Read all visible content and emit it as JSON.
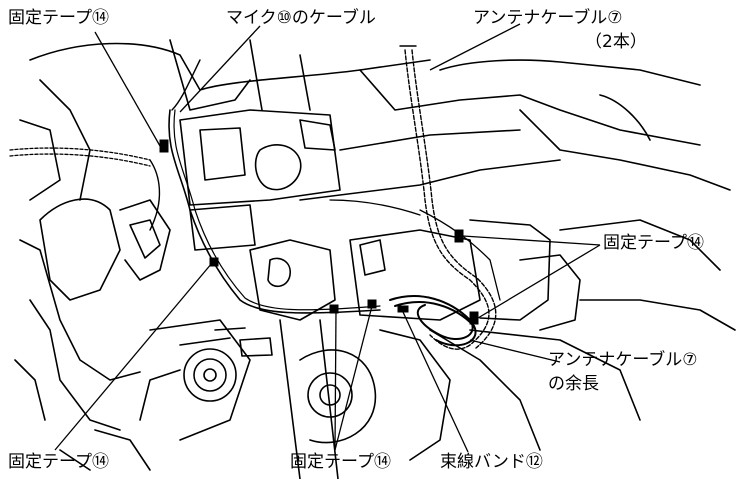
{
  "labels": {
    "tape_top_left": "固定テープ⑭",
    "mic_cable": "マイク⑩のケーブル",
    "antenna_cable": "アンテナケーブル⑦",
    "antenna_count": "（2本）",
    "tape_right": "固定テープ⑭",
    "antenna_excess_line1": "アンテナケーブル⑦",
    "antenna_excess_line2": "の余長",
    "tape_bottom_left": "固定テープ⑭",
    "tape_bottom_center": "固定テープ⑭",
    "bundle_band": "束線バンド⑫"
  }
}
